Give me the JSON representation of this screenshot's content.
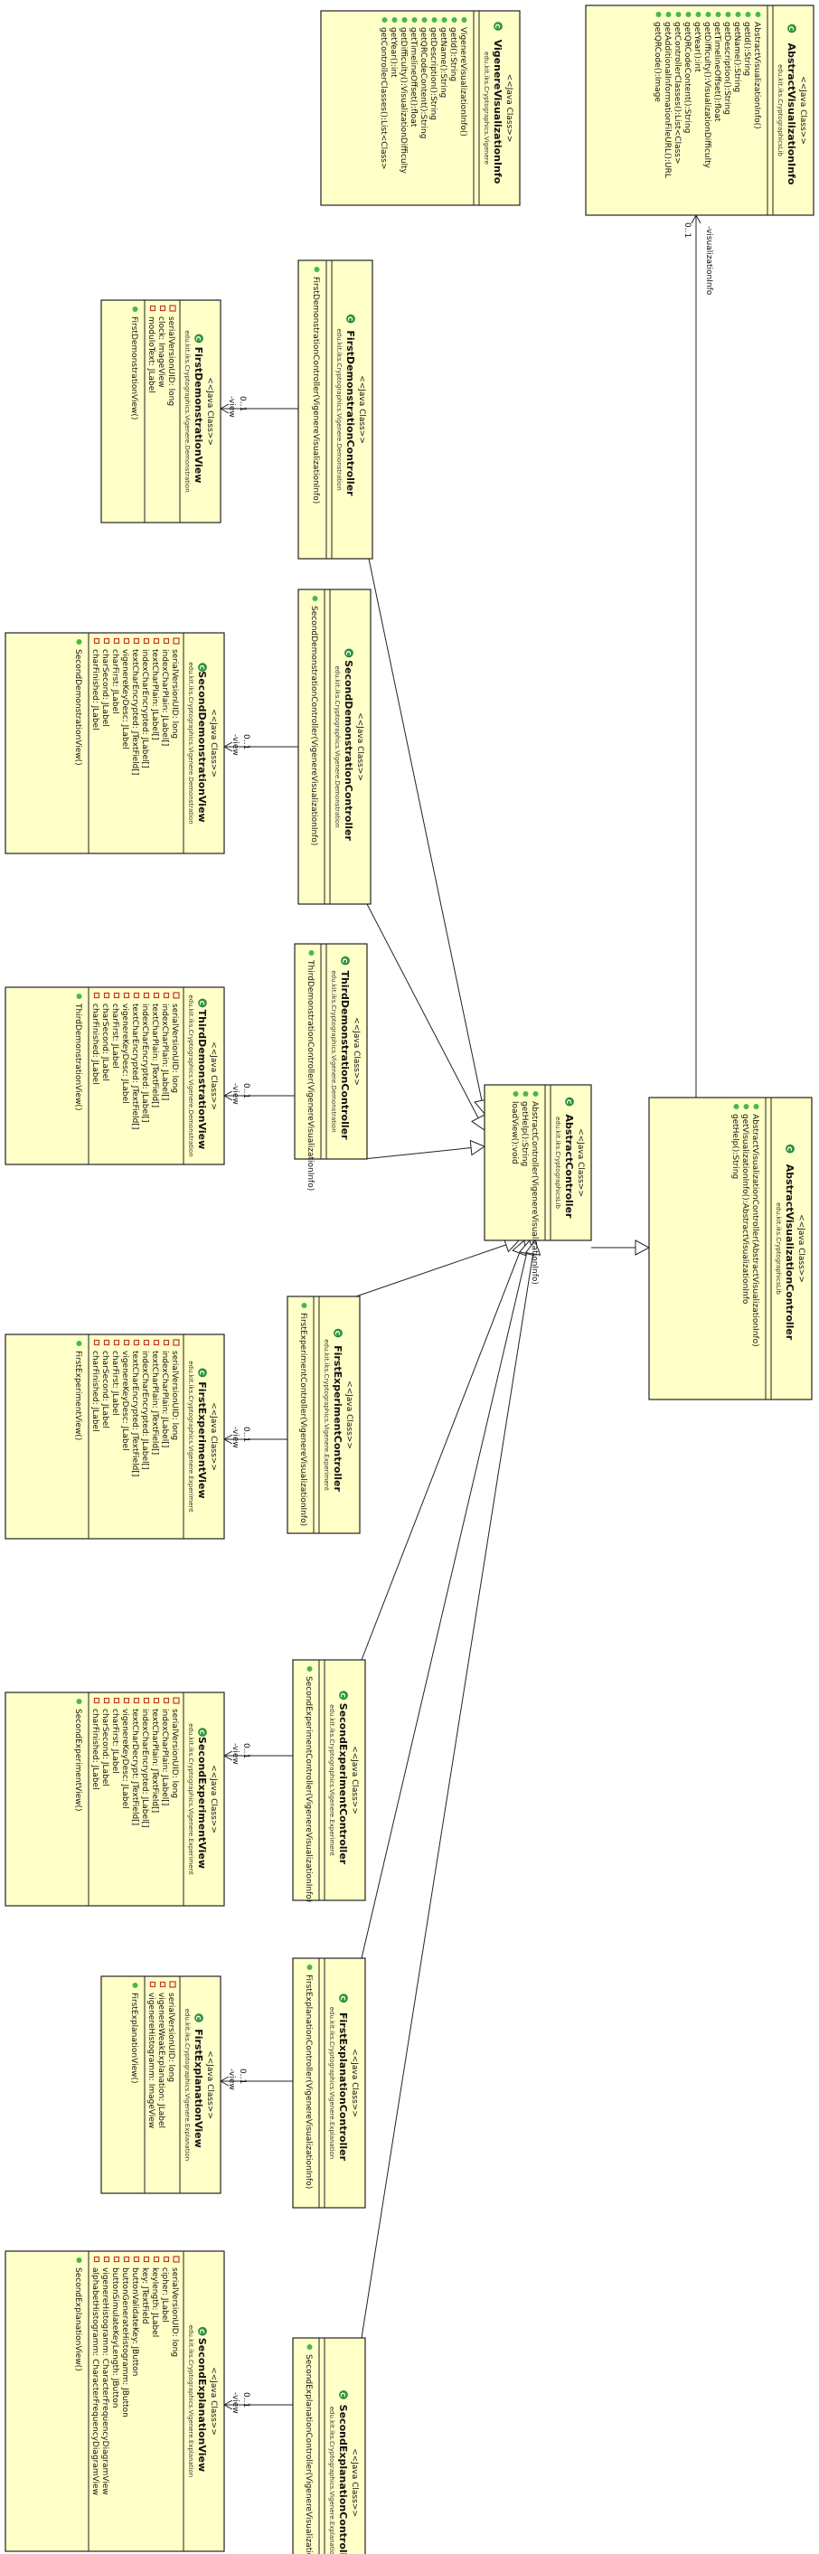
{
  "classes": [
    {
      "id": "VigenereVisualizationInfo",
      "stereotype": "<<Java Class>>",
      "name": "VigenereVisualizationInfo",
      "package": "edu.kit.iks.Cryptographics.Vigenere",
      "fields": [],
      "methods": [
        "VigenereVisualizationInfo()",
        "getId():String",
        "getName():String",
        "getDescription():String",
        "getQRCodeContent():String",
        "getTimelineOffset():float",
        "getDifficulty():VisualizationDifficulty",
        "getYear():int",
        "getControllerClasses():List<Class>"
      ]
    },
    {
      "id": "AbstractVisualizationInfo",
      "stereotype": "<<Java Class>>",
      "name": "AbstractVisualizationInfo",
      "package": "edu.kit.iks.CryptographicsLib",
      "fields": [],
      "methods": [
        "AbstractVisualizationInfo()",
        "getId():String",
        "getName():String",
        "getDescription():String",
        "getTimelineOffset():float",
        "getDifficulty():VisualizationDifficulty",
        "getYear():int",
        "getQRCodeContent():String",
        "getControllerClasses():List<Class>",
        "getAdditionalInformationFileURL():URL",
        "getQRCode():Image"
      ]
    },
    {
      "id": "FirstDemonstrationController",
      "stereotype": "<<Java Class>>",
      "name": "FirstDemonstrationController",
      "package": "edu.kit.iks.Cryptographics.Vigenere.Demonstration",
      "fields": [],
      "methods": [
        "FirstDemonstrationController(VigenereVisualizationInfo)"
      ]
    },
    {
      "id": "FirstDemonstrationView",
      "stereotype": "<<Java Class>>",
      "name": "FirstDemonstrationView",
      "package": "edu.kit.iks.Cryptographics.Vigenere.Demonstration",
      "fields": [
        "serialVersionUID: long",
        "clock: ImageView",
        "moduloText: JLabel"
      ],
      "methods": [
        "FirstDemonstrationView()"
      ]
    },
    {
      "id": "SecondDemonstrationController",
      "stereotype": "<<Java Class>>",
      "name": "SecondDemonstrationController",
      "package": "edu.kit.iks.Cryptographics.Vigenere.Demonstration",
      "fields": [],
      "methods": [
        "SecondDemonstrationController(VigenereVisualizationInfo)"
      ]
    },
    {
      "id": "SecondDemonstrationView",
      "stereotype": "<<Java Class>>",
      "name": "SecondDemonstrationView",
      "package": "edu.kit.iks.Cryptographics.Vigenere.Demonstration",
      "fields": [
        "serialVersionUID: long",
        "indexCharPlain: JLabel[]",
        "textCharPlain: JLabel[]",
        "indexCharEncrypted: JLabel[]",
        "textCharEncrypted: JTextField[]",
        "vigenereKeyDesc: JLabel",
        "charFirst: JLabel",
        "charSecond: JLabel",
        "charFinished: JLabel"
      ],
      "methods": [
        "SecondDemonstrationView()"
      ]
    },
    {
      "id": "ThirdDemonstrationController",
      "stereotype": "<<Java Class>>",
      "name": "ThirdDemonstrationController",
      "package": "edu.kit.iks.Cryptographics.Vigenere.Demonstration",
      "fields": [],
      "methods": [
        "ThirdDemonstrationController(VigenereVisualizationInfo)"
      ]
    },
    {
      "id": "ThirdDemonstrationView",
      "stereotype": "<<Java Class>>",
      "name": "ThirdDemonstrationView",
      "package": "edu.kit.iks.Cryptographics.Vigenere.Demonstration",
      "fields": [
        "serialVersionUID: long",
        "indexCharPlain: JLabel[]",
        "textCharPlain: JTextField[]",
        "indexCharEncrypted: JLabel[]",
        "textCharEncrypted: JTextField[]",
        "vigenereKeyDesc: JLabel",
        "charFirst: JLabel",
        "charSecond: JLabel",
        "charFinished: JLabel"
      ],
      "methods": [
        "ThirdDemonstrationView()"
      ]
    },
    {
      "id": "FirstExperimentController",
      "stereotype": "<<Java Class>>",
      "name": "FirstExperimentController",
      "package": "edu.kit.iks.Cryptographics.Vigenere.Experiment",
      "fields": [],
      "methods": [
        "FirstExperimentController(VigenereVisualizationInfo)"
      ]
    },
    {
      "id": "FirstExperimentView",
      "stereotype": "<<Java Class>>",
      "name": "FirstExperimentView",
      "package": "edu.kit.iks.Cryptographics.Vigenere.Experiment",
      "fields": [
        "serialVersionUID: long",
        "indexCharPlain: JLabel[]",
        "textCharPlain: JTextField[]",
        "indexCharEncrypted: JLabel[]",
        "textCharEncrypted: JTextField[]",
        "vigenereKeyDesc: JLabel",
        "charFirst: JLabel",
        "charSecond: JLabel",
        "charFinished: JLabel"
      ],
      "methods": [
        "FirstExperimentView()"
      ]
    },
    {
      "id": "SecondExperimentController",
      "stereotype": "<<Java Class>>",
      "name": "SecondExperimentController",
      "package": "edu.kit.iks.Cryptographics.Vigenere.Experiment",
      "fields": [],
      "methods": [
        "SecondExperimentController(VigenereVisualizationInfo)"
      ]
    },
    {
      "id": "SecondExperimentView",
      "stereotype": "<<Java Class>>",
      "name": "SecondExperimentView",
      "package": "edu.kit.iks.Cryptographics.Vigenere.Experiment",
      "fields": [
        "serialVersionUID: long",
        "indexCharPlain: JLabel[]",
        "textCharPlain: JTextField[]",
        "indexCharEncrypted: JLabel[]",
        "textCharDecrypt: JTextField[]",
        "vigenereKeyDesc: JLabel",
        "charFirst: JLabel",
        "charSecond: JLabel",
        "charFinished: JLabel"
      ],
      "methods": [
        "SecondExperimentView()"
      ]
    },
    {
      "id": "FirstExplanationController",
      "stereotype": "<<Java Class>>",
      "name": "FirstExplanationController",
      "package": "edu.kit.iks.Cryptographics.Vigenere.Explanation",
      "fields": [],
      "methods": [
        "FirstExplanationController(VigenereVisualizationInfo)"
      ]
    },
    {
      "id": "FirstExplanationView",
      "stereotype": "<<Java Class>>",
      "name": "FirstExplanationView",
      "package": "edu.kit.iks.Cryptographics.Vigenere.Explanation",
      "fields": [
        "serialVersionUID: long",
        "vigenereWeakExplanation: JLabel",
        "vigenereHistogramm: ImageView"
      ],
      "methods": [
        "FirstExplanationView()"
      ]
    },
    {
      "id": "SecondExplanationController",
      "stereotype": "<<Java Class>>",
      "name": "SecondExplanationController",
      "package": "edu.kit.iks.Cryptographics.Vigenere.Explanation",
      "fields": [],
      "methods": [
        "SecondExplanationController(VigenereVisualizationInfo)"
      ]
    },
    {
      "id": "SecondExplanationView",
      "stereotype": "<<Java Class>>",
      "name": "SecondExplanationView",
      "package": "edu.kit.iks.Cryptographics.Vigenere.Explanation",
      "fields": [
        "serialVersionUID: long",
        "cipher: JLabel",
        "keylength: JLabel",
        "key: JTextField",
        "buttonValidateKey: JButton",
        "buttonGenerateHistogramm: JButton",
        "buttonSimulateKeyLength: JButton",
        "vigenereHistogramm: CharacterFrequencyDiagramView",
        "alphabetHistogramm: CharacterFrequencyDiagramView"
      ],
      "methods": [
        "SecondExplanationView()"
      ]
    },
    {
      "id": "AbstractController",
      "stereotype": "<<Java Class>>",
      "name": "AbstractController",
      "package": "edu.kit.iks.CryptographicsLib",
      "fields": [],
      "methods": [
        "AbstractController(VigenereVisualizationInfo)",
        "getHelp():String",
        "loadView():void"
      ]
    },
    {
      "id": "AbstractVisualizationController",
      "stereotype": "<<Java Class>>",
      "name": "AbstractVisualizationController",
      "package": "edu.kit.iks.CryptographicsLib",
      "fields": [],
      "methods": [
        "AbstractVisualizationController(AbstractVisualizationInfo)",
        "getVisualizationInfo():AbstractVisualizationInfo",
        "getHelp():String"
      ]
    }
  ],
  "associations": {
    "view_role": "-view",
    "view_multiplicity": "0..1",
    "info_role": "-visualizationInfo",
    "info_multiplicity": "0..1"
  },
  "colors": {
    "box_fill": "#ffffc8",
    "line": "#222222",
    "class_icon": "#2e9b3b",
    "field_icon": "#c0392b"
  }
}
